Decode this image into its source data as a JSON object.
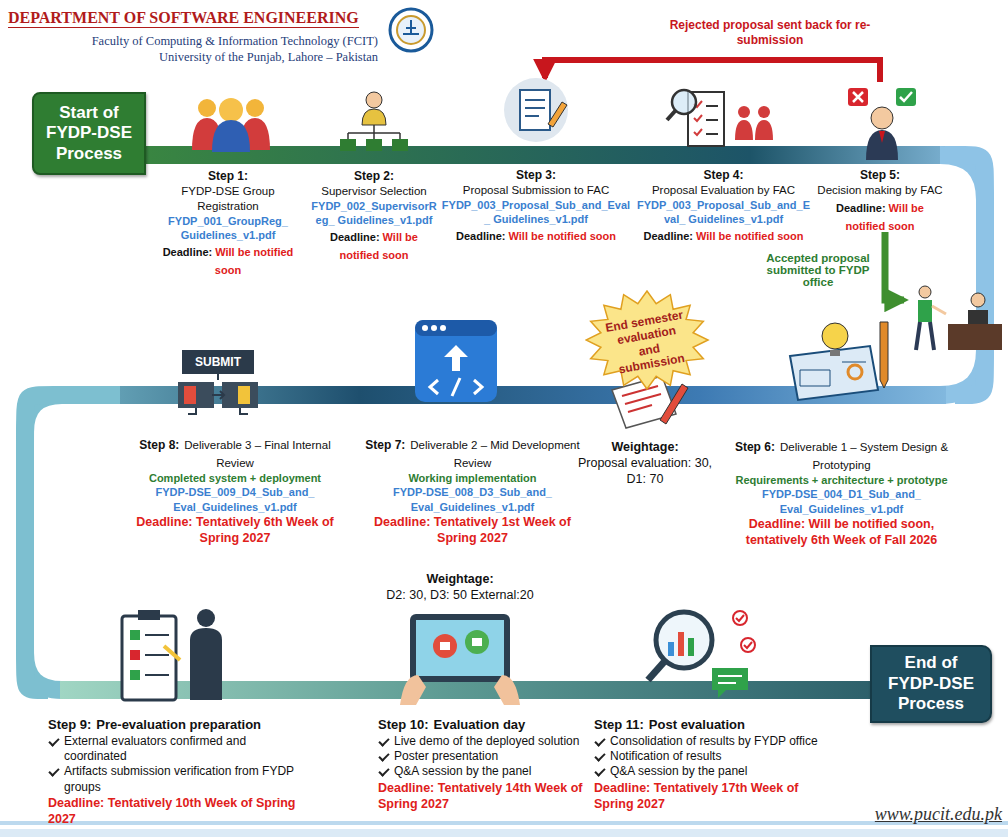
{
  "diagram": {
    "title": "DEPARTMENT OF SOFTWARE ENGINEERING",
    "nodes": [
      {
        "text": [
          "Start of FYDP-DSE Process"
        ]
      },
      {
        "text": [
          "Step 1:",
          "FYDP-DSE Group Registration",
          "FYDP_001_GroupReg_ Guidelines_v1.pdf",
          "Deadline:",
          "Will be notified soon"
        ]
      },
      {
        "text": [
          "Step 2:",
          "Supervisor Selection",
          "FYDP_002_SupervisorReg_ Guidelines_v1.pdf",
          "Deadline:",
          "Will be notified soon"
        ]
      },
      {
        "text": [
          "Step 3:",
          "Proposal Submission to FAC",
          "FYDP_003_Proposal_Sub_and_Eval_ Guidelines_v1.pdf",
          "Deadline:",
          "Will be notified soon"
        ]
      },
      {
        "text": [
          "Step 4:",
          "Proposal Evaluation by FAC",
          "FYDP_003_Proposal_Sub_and_Eval_ Guidelines_v1.pdf",
          "Deadline:",
          "Will be notified soon"
        ]
      },
      {
        "text": [
          "Step 5:",
          "Decision making by FAC",
          "Deadline:",
          "Will be notified soon"
        ]
      },
      {
        "text": [
          "Step 6:",
          "Deliverable 1 – System Design & Prototyping",
          "Requirements + architecture + prototype",
          "FYDP-DSE_004_D1_Sub_and_ Eval_Guidelines_v1.pdf",
          "Deadline: Will be notified soon, tentatively 6th Week of Fall 2026"
        ]
      },
      {
        "text": [
          "End semester evaluation and submission"
        ]
      },
      {
        "text": [
          "Step 7:",
          "Deliverable 2 – Mid Development Review",
          "Working implementation",
          "FYDP-DSE_008_D3_Sub_and_ Eval_Guidelines_v1.pdf",
          "Deadline: Tentatively 1st Week of Spring 2027"
        ]
      },
      {
        "text": [
          "Step 8:",
          "Deliverable 3 – Final Internal Review",
          "Completed system + deployment",
          "FYDP-DSE_009_D4_Sub_and_ Eval_Guidelines_v1.pdf",
          "Deadline: Tentatively 6th Week of Spring 2027"
        ]
      },
      {
        "text": [
          "Step 9:",
          "Pre-evaluation preparation",
          "External evaluators confirmed and coordinated",
          "Artifacts submission verification from FYDP groups",
          "Deadline: Tentatively 10th Week of Spring 2027"
        ]
      },
      {
        "text": [
          "Step 10:",
          "Evaluation day",
          "Live demo of the deployed solution",
          "Poster presentation",
          "Q&A session by the panel",
          "Deadline: Tentatively 14th Week of Spring 2027"
        ]
      },
      {
        "text": [
          "Step 11:",
          "Post evaluation",
          "Consolidation of results by FYDP office",
          "Notification of results",
          "Q&A session by the panel",
          "Deadline: Tentatively 17th Week of Spring 2027"
        ]
      },
      {
        "text": [
          "End of FYDP-DSE Process"
        ]
      }
    ],
    "edges": [
      {
        "from": 0,
        "to": 1,
        "arrow": "none"
      },
      {
        "from": 1,
        "to": 2,
        "arrow": "none"
      },
      {
        "from": 2,
        "to": 3,
        "arrow": "none"
      },
      {
        "from": 3,
        "to": 4,
        "arrow": "none"
      },
      {
        "from": 4,
        "to": 5,
        "arrow": "none"
      },
      {
        "from": 5,
        "to": 3,
        "label": "Rejected proposal sent back for re-submission",
        "arrow": "to"
      },
      {
        "from": 5,
        "to": 6,
        "arrow": "none"
      },
      {
        "from": 6,
        "to": 7,
        "arrow": "none"
      },
      {
        "from": 7,
        "to": 8,
        "arrow": "none"
      },
      {
        "from": 8,
        "to": 9,
        "arrow": "none"
      },
      {
        "from": 9,
        "to": 10,
        "arrow": "none"
      },
      {
        "from": 10,
        "to": 11,
        "arrow": "none"
      },
      {
        "from": 11,
        "to": 12,
        "arrow": "none"
      },
      {
        "from": 12,
        "to": 13,
        "arrow": "none"
      }
    ],
    "labels": [
      "Faculty of Computing & Information Technology (FCIT)",
      "University of the Punjab, Lahore – Pakistan",
      "Accepted proposal submitted to FYDP office",
      "Weightage:",
      "Proposal evaluation: 30, D1: 70",
      "Weightage:",
      "D2: 30, D3: 50 External:20",
      "SUBMIT",
      "www.pucit.edu.pk"
    ]
  }
}
